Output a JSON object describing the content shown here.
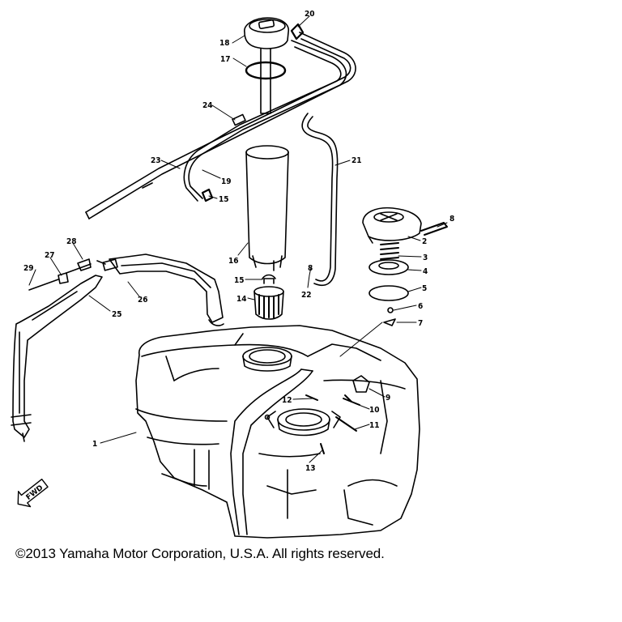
{
  "callouts": [
    {
      "id": "n1",
      "label": "1"
    },
    {
      "id": "n2",
      "label": "2"
    },
    {
      "id": "n3",
      "label": "3"
    },
    {
      "id": "n4",
      "label": "4"
    },
    {
      "id": "n5",
      "label": "5"
    },
    {
      "id": "n6",
      "label": "6"
    },
    {
      "id": "n7",
      "label": "7"
    },
    {
      "id": "n8",
      "label": "8"
    },
    {
      "id": "n8b",
      "label": "8"
    },
    {
      "id": "n9",
      "label": "9"
    },
    {
      "id": "n10",
      "label": "10"
    },
    {
      "id": "n11",
      "label": "11"
    },
    {
      "id": "n12",
      "label": "12"
    },
    {
      "id": "n13",
      "label": "13"
    },
    {
      "id": "n14",
      "label": "14"
    },
    {
      "id": "n15",
      "label": "15"
    },
    {
      "id": "n15b",
      "label": "15"
    },
    {
      "id": "n16",
      "label": "16"
    },
    {
      "id": "n17",
      "label": "17"
    },
    {
      "id": "n18",
      "label": "18"
    },
    {
      "id": "n19",
      "label": "19"
    },
    {
      "id": "n20",
      "label": "20"
    },
    {
      "id": "n21",
      "label": "21"
    },
    {
      "id": "n22",
      "label": "22"
    },
    {
      "id": "n23",
      "label": "23"
    },
    {
      "id": "n24",
      "label": "24"
    },
    {
      "id": "n25",
      "label": "25"
    },
    {
      "id": "n26",
      "label": "26"
    },
    {
      "id": "n27",
      "label": "27"
    },
    {
      "id": "n28",
      "label": "28"
    },
    {
      "id": "n29",
      "label": "29"
    }
  ],
  "fwd_label": "FWD",
  "copyright": "©2013 Yamaha Motor Corporation, U.S.A. All rights reserved."
}
